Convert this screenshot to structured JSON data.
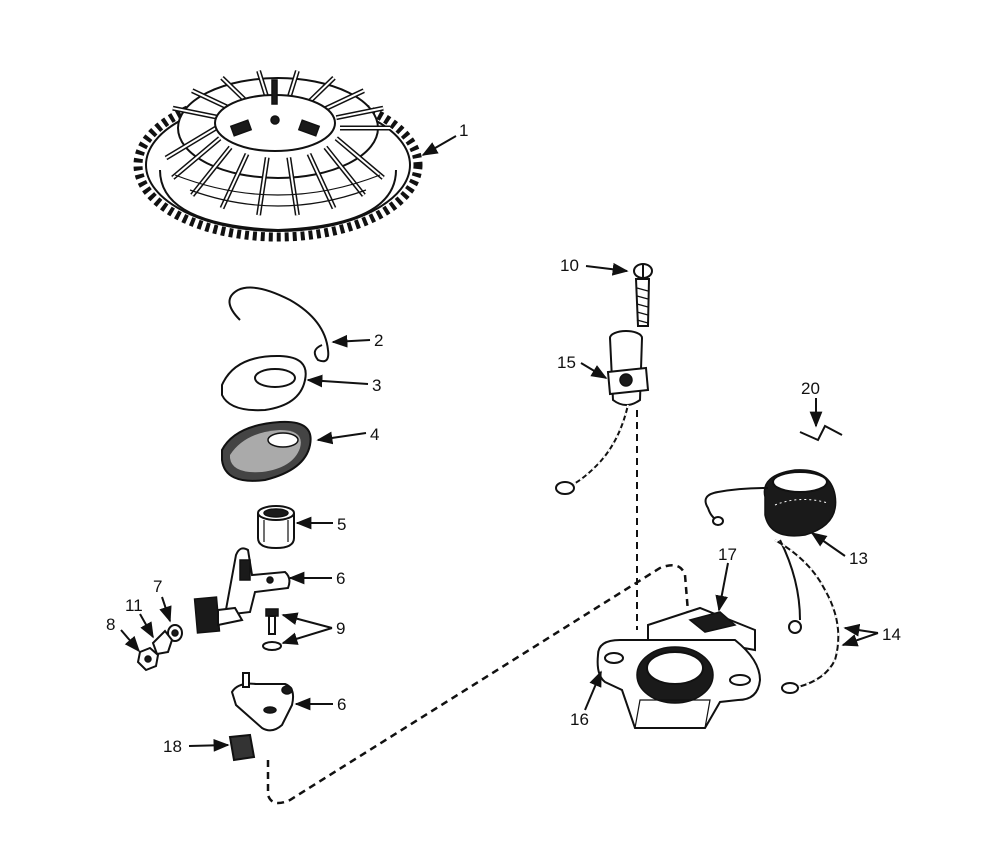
{
  "colors": {
    "ink": "#111111",
    "background": "#ffffff"
  },
  "callouts": [
    {
      "id": "c1",
      "text": "1"
    },
    {
      "id": "c2",
      "text": "2"
    },
    {
      "id": "c3",
      "text": "3"
    },
    {
      "id": "c4",
      "text": "4"
    },
    {
      "id": "c5",
      "text": "5"
    },
    {
      "id": "c6a",
      "text": "6"
    },
    {
      "id": "c7",
      "text": "7"
    },
    {
      "id": "c8",
      "text": "8"
    },
    {
      "id": "c9",
      "text": "9"
    },
    {
      "id": "c10",
      "text": "10"
    },
    {
      "id": "c11",
      "text": "11"
    },
    {
      "id": "c13",
      "text": "13"
    },
    {
      "id": "c14",
      "text": "14"
    },
    {
      "id": "c15",
      "text": "15"
    },
    {
      "id": "c16",
      "text": "16"
    },
    {
      "id": "c17",
      "text": "17"
    },
    {
      "id": "c18",
      "text": "18"
    },
    {
      "id": "c20",
      "text": "20"
    },
    {
      "id": "c6b",
      "text": "6"
    }
  ]
}
